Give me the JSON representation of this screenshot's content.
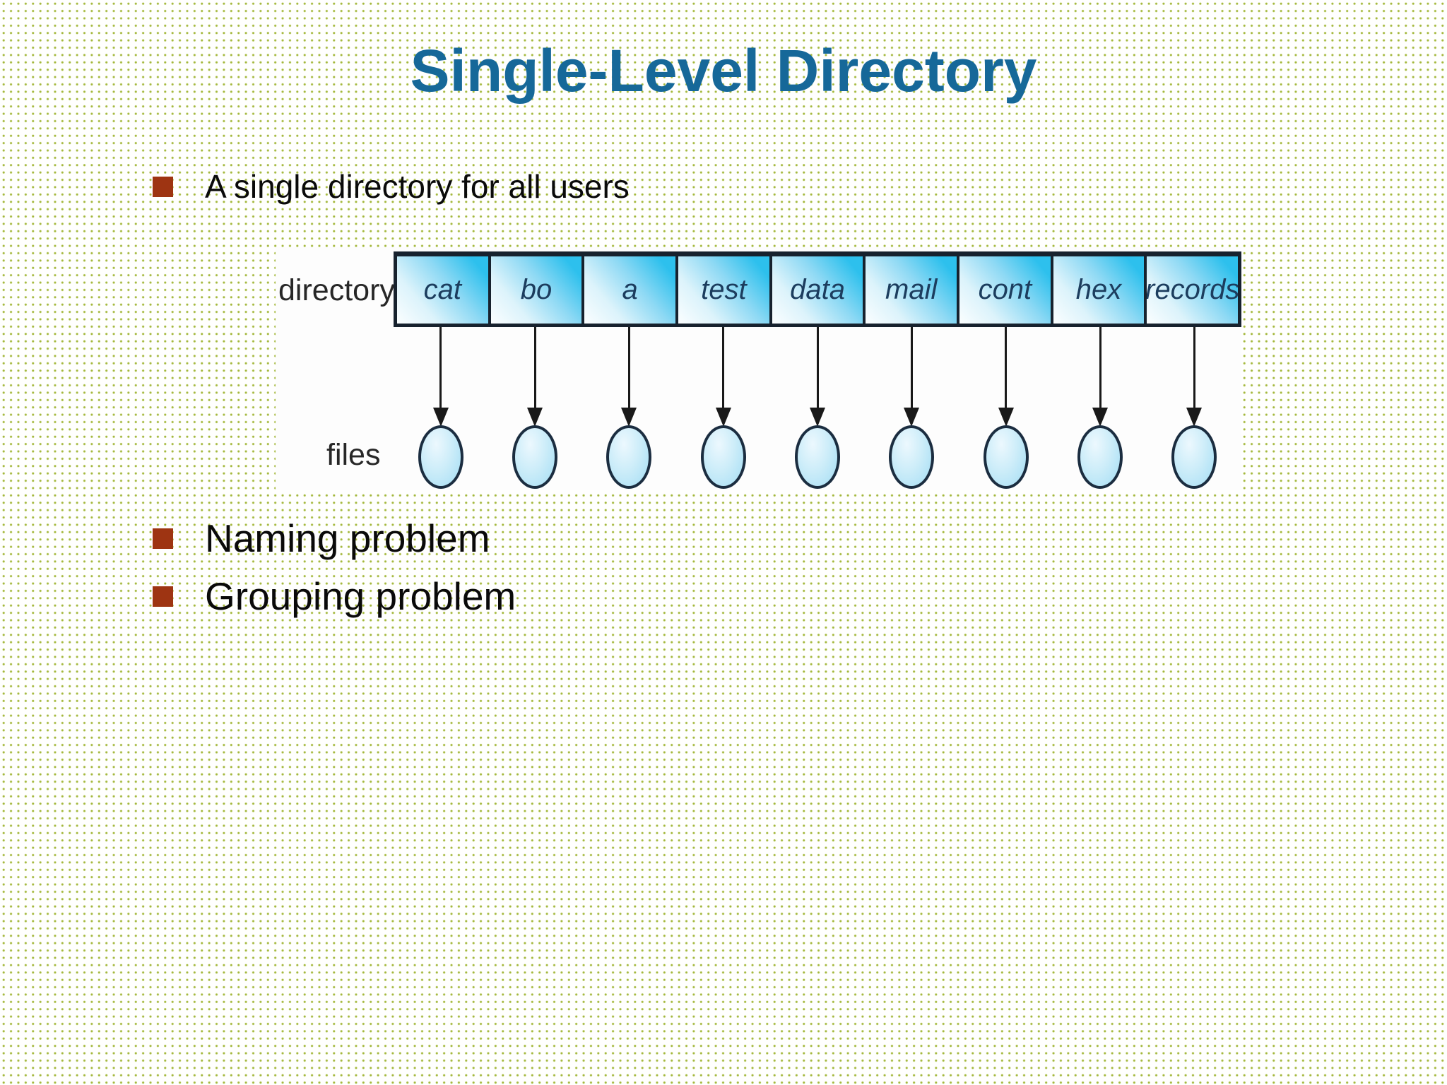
{
  "slide": {
    "title": "Single-Level Directory",
    "bullets": [
      "A single directory for all users",
      "Naming problem",
      "Grouping problem"
    ]
  },
  "diagram": {
    "row_label": "directory",
    "files_label": "files",
    "entries": [
      "cat",
      "bo",
      "a",
      "test",
      "data",
      "mail",
      "cont",
      "hex",
      "records"
    ],
    "file_count": 9,
    "link": "each directory entry points down with an arrow to one file oval"
  },
  "colors": {
    "title_blue": "#166899",
    "bullet_square": "#9e3412",
    "body_text": "#0a0a0a",
    "dot_pattern": "#a4b83c",
    "box_cyan": "#2dc0ed",
    "box_text_navy": "#1c3d5e",
    "outline_dark": "#17222e",
    "oval_fill": "#a3ddf4",
    "diagram_background": "#fdfdfd"
  }
}
